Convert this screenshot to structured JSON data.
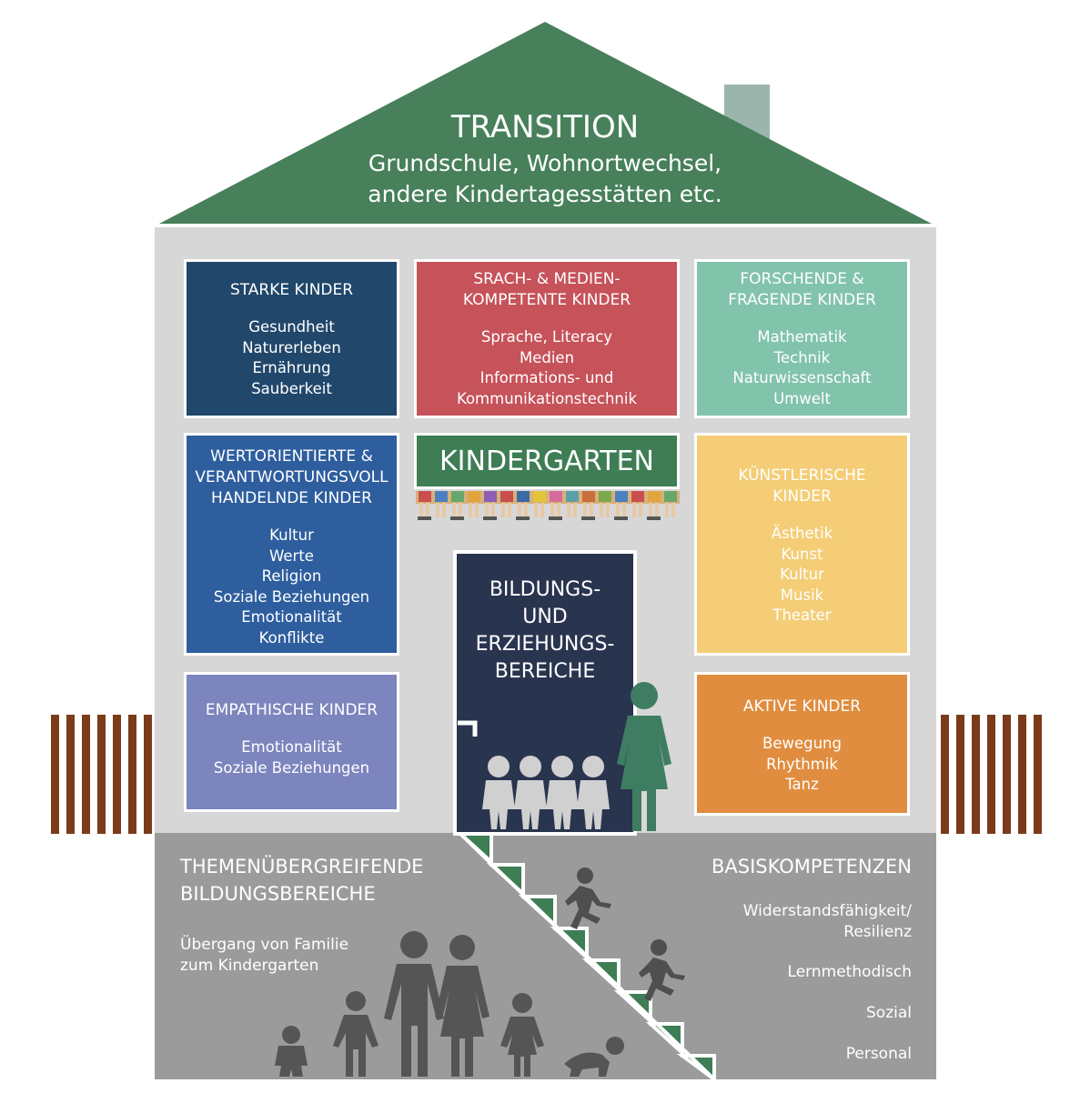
{
  "roof": {
    "title": "TRANSITION",
    "line1": "Grundschule, Wohnortwechsel,",
    "line2": "andere Kindertagesstätten etc."
  },
  "boxes": {
    "starke": {
      "title": "STARKE KINDER",
      "items": [
        "Gesundheit",
        "Naturerleben",
        "Ernährung",
        "Sauberkeit"
      ],
      "color": "#21476b"
    },
    "sprach": {
      "title": "SRACH- & MEDIEN-\nKOMPETENTE KINDER",
      "items": [
        "Sprache, Literacy",
        "Medien",
        "Informations- und",
        "Kommunikationstechnik"
      ],
      "color": "#c6525a"
    },
    "forschende": {
      "title": "FORSCHENDE &\nFRAGENDE KINDER",
      "items": [
        "Mathematik",
        "Technik",
        "Naturwissenschaft",
        "Umwelt"
      ],
      "color": "#82c3ac"
    },
    "wert": {
      "title": "WERTORIENTIERTE &\nVERANTWORTUNGSVOLL\nHANDELNDE KINDER",
      "items": [
        "Kultur",
        "Werte",
        "Religion",
        "Soziale Beziehungen",
        "Emotionalität",
        "Konflikte"
      ],
      "color": "#2e5e9e"
    },
    "kuenstlerische": {
      "title": "KÜNSTLERISCHE\nKINDER",
      "items": [
        "Ästhetik",
        "Kunst",
        "Kultur",
        "Musik",
        "Theater"
      ],
      "color": "#f4cd76"
    },
    "empathische": {
      "title": "EMPATHISCHE KINDER",
      "items": [
        "Emotionalität",
        "Soziale Beziehungen"
      ],
      "color": "#7c85bd"
    },
    "aktive": {
      "title": "AKTIVE KINDER",
      "items": [
        "Bewegung",
        "Rhythmik",
        "Tanz"
      ],
      "color": "#e08d3f"
    }
  },
  "kindergarten": {
    "label": "KINDERGARTEN",
    "color": "#3f7d55"
  },
  "door": {
    "title": "BILDUNGS-\nUND\nERZIEHUNGS-\nBEREICHE",
    "color": "#29344f"
  },
  "base": {
    "left_title": "THEMENÜBERGREIFENDE\nBILDUNGSBEREICHE",
    "left_text": "Übergang von Familie\nzum Kindergarten",
    "right_title": "BASISKOMPETENZEN",
    "right_items": [
      "Widerstandsfähigkeit/\nResilienz",
      "Lernmethodisch",
      "Sozial",
      "Personal"
    ]
  },
  "colors": {
    "roof": "#47805a",
    "chimney": "#9bb5ad",
    "wall": "#d7d7d7",
    "base": "#9b9b9b",
    "fence": "#7b3b1a",
    "figures_light": "#d0d0d0",
    "figures_green": "#3f7d62",
    "figures_dark": "#4f4f4f"
  }
}
